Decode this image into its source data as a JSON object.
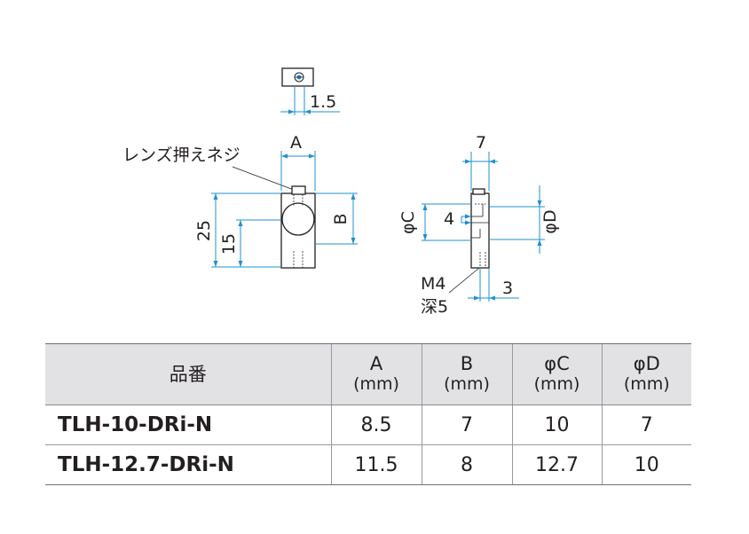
{
  "drawing": {
    "labels": {
      "dim_top_width": "1.5",
      "dim_a": "A",
      "lens_screw": "レンズ押えネジ",
      "dim_25": "25",
      "dim_15": "15",
      "dim_b": "B",
      "dim_7": "7",
      "dim_4": "4",
      "phi_c": "φC",
      "phi_d": "φD",
      "thread": "M4",
      "depth": "深5",
      "dim_3": "3"
    }
  },
  "table": {
    "columns": [
      {
        "label": "品番",
        "unit": ""
      },
      {
        "label": "A",
        "unit": "(mm)"
      },
      {
        "label": "B",
        "unit": "(mm)"
      },
      {
        "label": "φC",
        "unit": "(mm)"
      },
      {
        "label": "φD",
        "unit": "(mm)"
      }
    ],
    "rows": [
      {
        "part": "TLH-10-DRi-N",
        "a": "8.5",
        "b": "7",
        "c": "10",
        "d": "7"
      },
      {
        "part": "TLH-12.7-DRi-N",
        "a": "11.5",
        "b": "8",
        "c": "12.7",
        "d": "10"
      }
    ]
  }
}
